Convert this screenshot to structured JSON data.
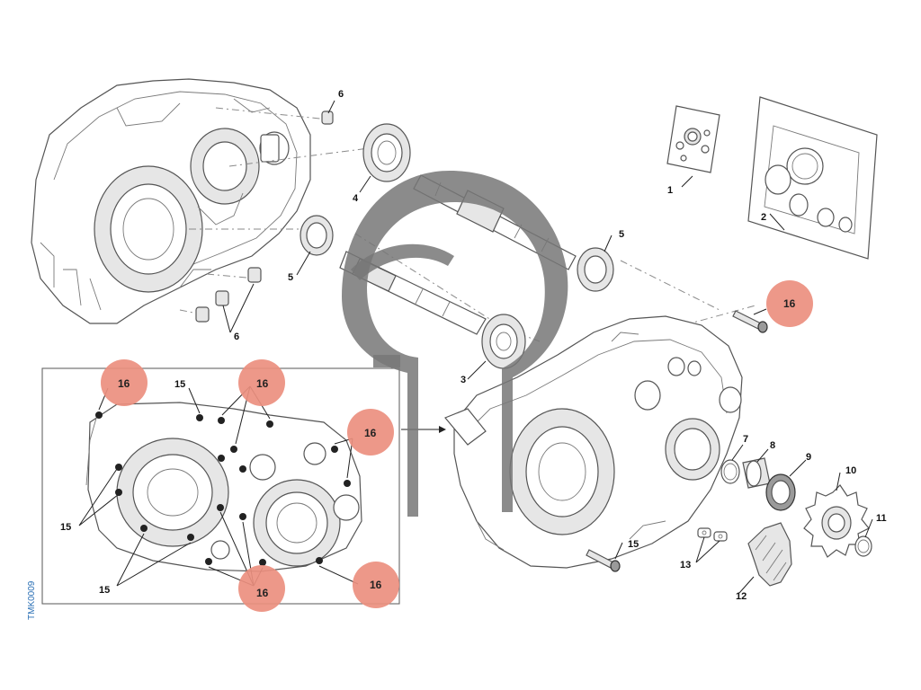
{
  "side_code": "TMK0009",
  "callouts": {
    "c1": "1",
    "c2": "2",
    "c3": "3",
    "c4": "4",
    "c5a": "5",
    "c5b": "5",
    "c6a": "6",
    "c6b": "6",
    "c7": "7",
    "c8": "8",
    "c9": "9",
    "c10": "10",
    "c11": "11",
    "c12": "12",
    "c13": "13",
    "c15a": "15",
    "c15b": "15",
    "c15c": "15",
    "c15d": "15",
    "c16a": "16",
    "c16b": "16",
    "c16c": "16",
    "c16d": "16",
    "c16e": "16",
    "c16f": "16"
  },
  "highlight_color": "#ec8f7f",
  "line_color": "#555555",
  "code_color": "#2a6fb5"
}
